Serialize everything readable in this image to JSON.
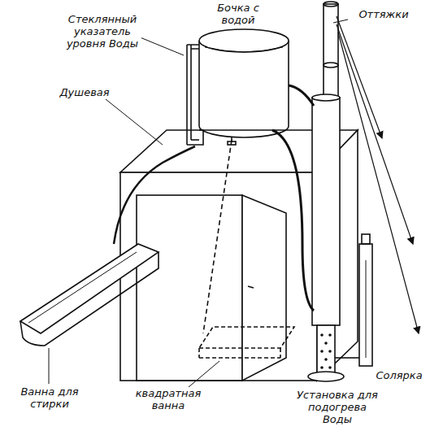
{
  "diagram": {
    "labels": [
      "Бочка с водой",
      "Оттяжки",
      "Стеклянный указатель уровня Воды",
      "Душевая",
      "Ванна для стирки",
      "квадратная ванна",
      "Установка для подогрева Воды",
      "Солярка"
    ]
  }
}
